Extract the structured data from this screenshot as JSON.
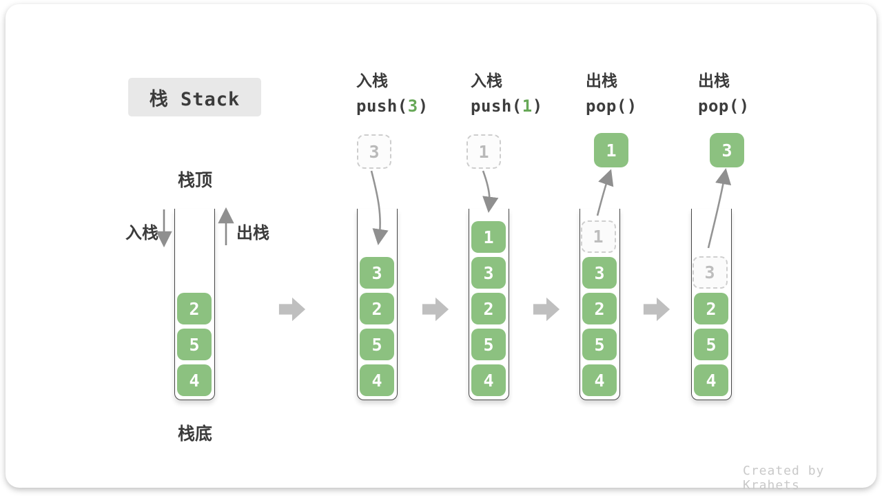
{
  "title": "栈 Stack",
  "side_labels": {
    "stack_top": "栈顶",
    "stack_bottom": "栈底",
    "push": "入栈",
    "pop": "出栈"
  },
  "operations": [
    {
      "name": "入栈",
      "code": [
        {
          "t": "push("
        },
        {
          "t": "3",
          "green": true
        },
        {
          "t": ")"
        }
      ]
    },
    {
      "name": "入栈",
      "code": [
        {
          "t": "push("
        },
        {
          "t": "1",
          "green": true
        },
        {
          "t": ")"
        }
      ]
    },
    {
      "name": "出栈",
      "code": [
        {
          "t": "pop()"
        }
      ]
    },
    {
      "name": "出栈",
      "code": [
        {
          "t": "pop()"
        }
      ]
    }
  ],
  "floating_boxes": [
    {
      "value": "3",
      "style": "dashed"
    },
    {
      "value": "1",
      "style": "dashed"
    },
    {
      "value": "1",
      "style": "solid"
    },
    {
      "value": "3",
      "style": "solid"
    }
  ],
  "stacks": [
    {
      "items": [
        {
          "v": "4"
        },
        {
          "v": "5"
        },
        {
          "v": "2"
        }
      ]
    },
    {
      "items": [
        {
          "v": "4"
        },
        {
          "v": "5"
        },
        {
          "v": "2"
        },
        {
          "v": "3"
        }
      ]
    },
    {
      "items": [
        {
          "v": "4"
        },
        {
          "v": "5"
        },
        {
          "v": "2"
        },
        {
          "v": "3"
        },
        {
          "v": "1"
        }
      ]
    },
    {
      "items": [
        {
          "v": "4"
        },
        {
          "v": "5"
        },
        {
          "v": "2"
        },
        {
          "v": "3"
        },
        {
          "v": "1",
          "ghost": true
        }
      ]
    },
    {
      "items": [
        {
          "v": "4"
        },
        {
          "v": "5"
        },
        {
          "v": "2"
        },
        {
          "v": "3",
          "ghost": true
        }
      ]
    }
  ],
  "watermark": "Created by Krahets",
  "colors": {
    "element_green": "#8cc180",
    "code_arg_green": "#67a857",
    "block_arrow_gray": "#bfbfbf",
    "curve_arrow_gray": "#929292",
    "dark_text": "#3b3b3b",
    "ghost_gray": "#bdbdbd"
  }
}
